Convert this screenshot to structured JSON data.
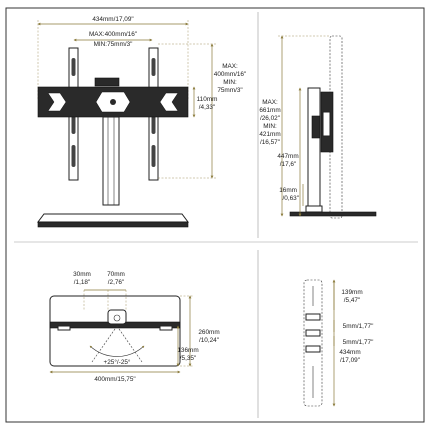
{
  "front": {
    "width": "434mm/17,09\"",
    "vesa_w_max": "MAX:400mm/16\"",
    "vesa_w_min": "MIN:75mm/3\"",
    "vesa_h_max_1": "MAX:",
    "vesa_h_max_2": "400mm/16\"",
    "vesa_h_min_1": "MIN:",
    "vesa_h_min_2": "75mm/3\"",
    "bracket_h_1": "110mm",
    "bracket_h_2": "/4,33\""
  },
  "side": {
    "height_max_1": "MAX:",
    "height_max_2": "661mm",
    "height_max_3": "/26,02\"",
    "height_min_1": "MIN:",
    "height_min_2": "421mm",
    "height_min_3": "/16,57\"",
    "height_total_1": "447mm",
    "height_total_2": "/17,6\"",
    "base_h_1": "16mm",
    "base_h_2": "/0,63\""
  },
  "top": {
    "offset_1": "30mm",
    "offset_2": "/1,18\"",
    "neck_w_1": "70mm",
    "neck_w_2": "/2,76\"",
    "depth_1": "260mm",
    "depth_2": "/10,24\"",
    "rear_1": "136mm",
    "rear_2": "/5,35\"",
    "swivel": "+25°/-25°",
    "base_w": "400mm/15,75\""
  },
  "bottom": {
    "d1_1": "139mm",
    "d1_2": "/5,47\"",
    "d2": "5mm/1,77\"",
    "d3": "5mm/1,77\"",
    "d4_1": "434mm",
    "d4_2": "/17,09\""
  }
}
